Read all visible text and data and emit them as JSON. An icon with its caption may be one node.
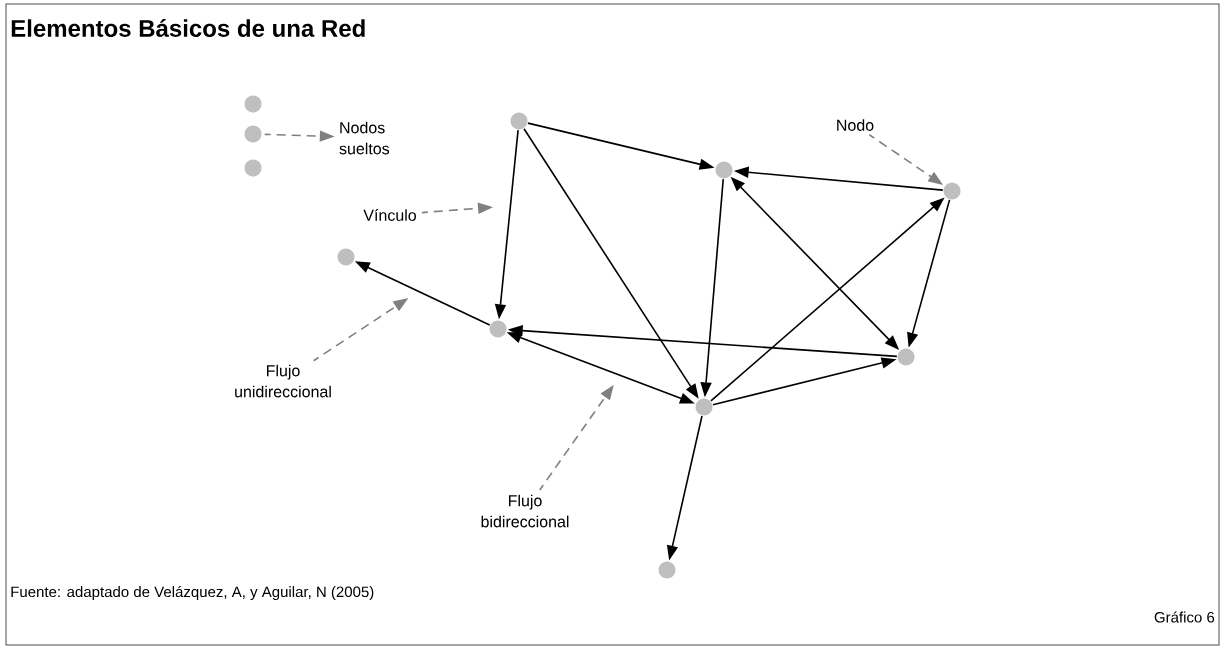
{
  "diagram": {
    "title": "Elementos Básicos de una Red",
    "nodes": [
      {
        "text": [],
        "shape": "circle"
      },
      {
        "text": [],
        "shape": "circle"
      },
      {
        "text": [],
        "shape": "circle"
      },
      {
        "text": [
          "Nodos sueltos"
        ]
      },
      {
        "text": [],
        "shape": "circle"
      },
      {
        "text": [
          "Nodo"
        ]
      },
      {
        "text": [],
        "shape": "circle"
      },
      {
        "text": [],
        "shape": "circle"
      },
      {
        "text": [
          "Vínculo"
        ]
      },
      {
        "text": [],
        "shape": "circle"
      },
      {
        "text": [],
        "shape": "circle"
      },
      {
        "text": [],
        "shape": "circle"
      },
      {
        "text": [
          "Flujo unidireccional"
        ]
      },
      {
        "text": [],
        "shape": "circle"
      },
      {
        "text": [
          "Flujo bidireccional"
        ]
      },
      {
        "text": [],
        "shape": "circle"
      }
    ],
    "edges": [
      {
        "from": 4,
        "to": 6,
        "arrow": "to"
      },
      {
        "from": 4,
        "to": 10,
        "arrow": "to"
      },
      {
        "from": 4,
        "to": 13,
        "arrow": "to"
      },
      {
        "from": 7,
        "to": 6,
        "arrow": "to"
      },
      {
        "from": 6,
        "to": 11,
        "arrow": "both"
      },
      {
        "from": 7,
        "to": 11,
        "arrow": "to"
      },
      {
        "from": 6,
        "to": 13,
        "arrow": "to"
      },
      {
        "from": 13,
        "to": 7,
        "arrow": "to"
      },
      {
        "from": 11,
        "to": 10,
        "arrow": "to"
      },
      {
        "from": 10,
        "to": 13,
        "arrow": "both"
      },
      {
        "from": 13,
        "to": 11,
        "arrow": "to"
      },
      {
        "from": 10,
        "to": 9,
        "arrow": "to"
      },
      {
        "from": 13,
        "to": 15,
        "arrow": "to"
      },
      {
        "from": 1,
        "to": 3,
        "arrow": "to",
        "style": "dashed",
        "color": "#808080"
      },
      {
        "from": 5,
        "to": 7,
        "arrow": "to",
        "style": "dashed",
        "color": "#808080"
      },
      {
        "from": 8,
        "to": null,
        "arrow": "to",
        "style": "dashed",
        "color": "#808080"
      },
      {
        "from": 12,
        "to": null,
        "arrow": "to",
        "style": "dashed",
        "color": "#808080"
      },
      {
        "from": 14,
        "to": null,
        "arrow": "to",
        "style": "dashed",
        "color": "#808080"
      }
    ],
    "labels": [
      "Fuente: adaptado de Velázquez, A, y Aguilar, N (2005)",
      "Gráfico 6"
    ]
  }
}
